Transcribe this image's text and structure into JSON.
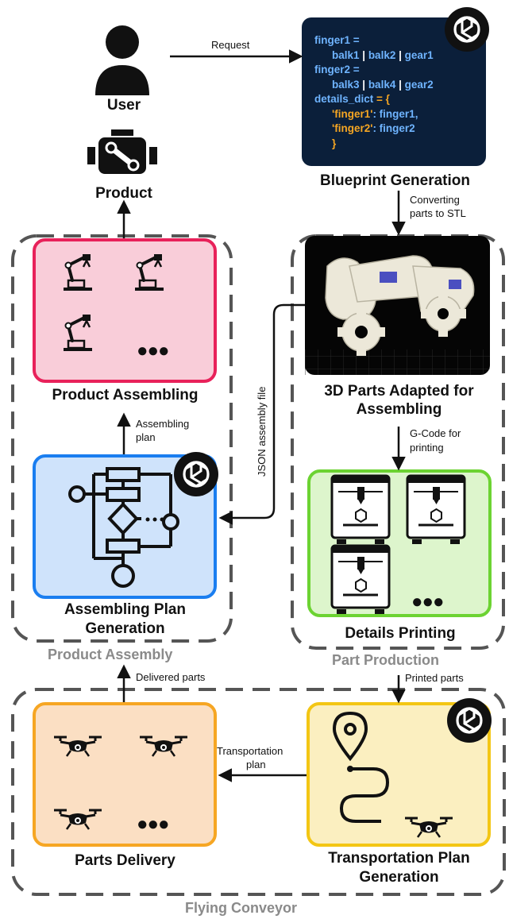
{
  "nodes": {
    "user": "User",
    "product": "Product",
    "blueprint": "Blueprint Generation",
    "parts3d": [
      "3D Parts Adapted for",
      "Assembling"
    ],
    "details_printing": "Details Printing",
    "product_assembling": "Product Assembling",
    "assembling_plan": [
      "Assembling Plan",
      "Generation"
    ],
    "parts_delivery": "Parts Delivery",
    "transport_plan": [
      "Transportation Plan",
      "Generation"
    ]
  },
  "groups": {
    "product_assembly": "Product Assembly",
    "part_production": "Part Production",
    "flying_conveyor": "Flying Conveyor"
  },
  "edges": {
    "request": "Request",
    "converting": [
      "Converting",
      "parts to STL"
    ],
    "gcode": [
      "G-Code for",
      "printing"
    ],
    "json": "JSON assembly file",
    "assembling_plan": [
      "Assembling",
      "plan"
    ],
    "delivered": "Delivered parts",
    "printed": "Printed parts",
    "transport": [
      "Transportation",
      "plan"
    ]
  },
  "code": {
    "l1": "finger1 =",
    "l2a": "balk1",
    "l2b": "balk2",
    "l2c": "gear1",
    "l3": "finger2 =",
    "l4a": "balk3",
    "l4b": "balk4",
    "l4c": "gear2",
    "l5a": "details_dict",
    "l5b": " = {",
    "l6a": "'finger1'",
    "l6b": ": finger1,",
    "l7a": "'finger2'",
    "l7b": ": finger2",
    "l8": "}"
  },
  "more_glyph": "●●●",
  "colors": {
    "pink_fill": "#f9cdd9",
    "pink_border": "#e8215a",
    "blue_fill": "#cfe3fb",
    "blue_border": "#1a7ef0",
    "green_fill": "#ddf5cc",
    "green_border": "#6cd332",
    "orange_fill": "#fbdfc3",
    "orange_border": "#f6a623",
    "yellow_fill": "#fbefc0",
    "yellow_border": "#f3c614",
    "dark_navy": "#0b1f3a",
    "dash_gray": "#555555"
  }
}
